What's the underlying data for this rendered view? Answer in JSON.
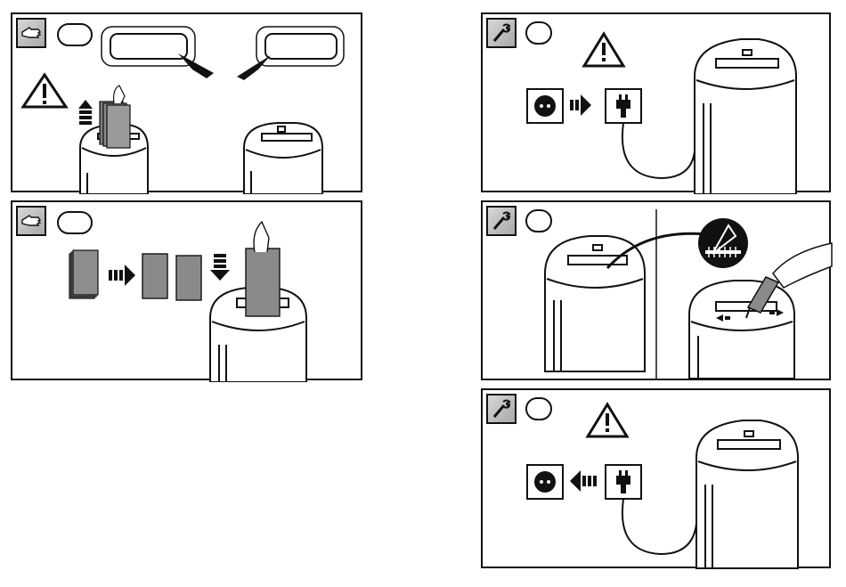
{
  "panels": [
    {
      "id": "hand-1",
      "icon": "hand-icon"
    },
    {
      "id": "hand-2",
      "icon": "hand-icon"
    },
    {
      "id": "tool-1",
      "icon": "wrench-icon"
    },
    {
      "id": "tool-2",
      "icon": "wrench-icon"
    },
    {
      "id": "tool-3",
      "icon": "wrench-icon"
    }
  ],
  "colors": {
    "stroke": "#111111",
    "paper": "#8a8a8a",
    "badge": "#b8b8b8",
    "background": "#ffffff"
  }
}
